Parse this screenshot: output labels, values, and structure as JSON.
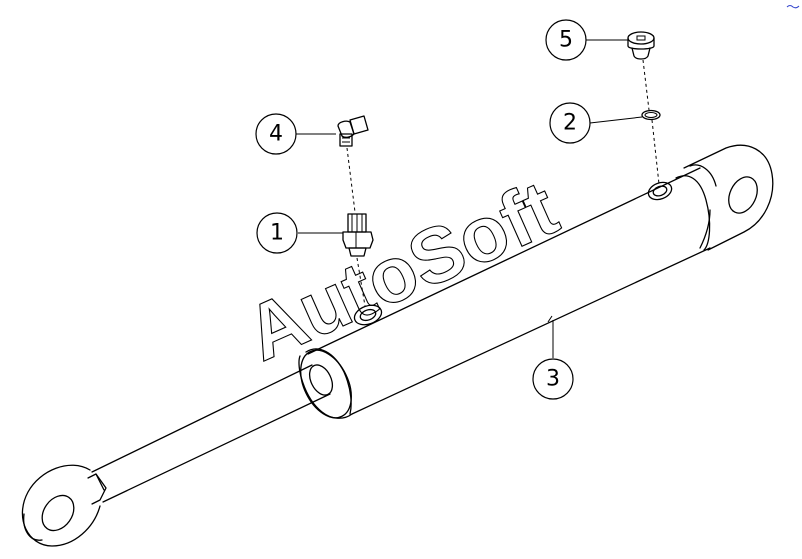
{
  "diagram": {
    "watermark": "AutoSoft",
    "callouts": [
      {
        "id": "1",
        "label": "1"
      },
      {
        "id": "2",
        "label": "2"
      },
      {
        "id": "3",
        "label": "3"
      },
      {
        "id": "4",
        "label": "4"
      },
      {
        "id": "5",
        "label": "5"
      }
    ]
  }
}
